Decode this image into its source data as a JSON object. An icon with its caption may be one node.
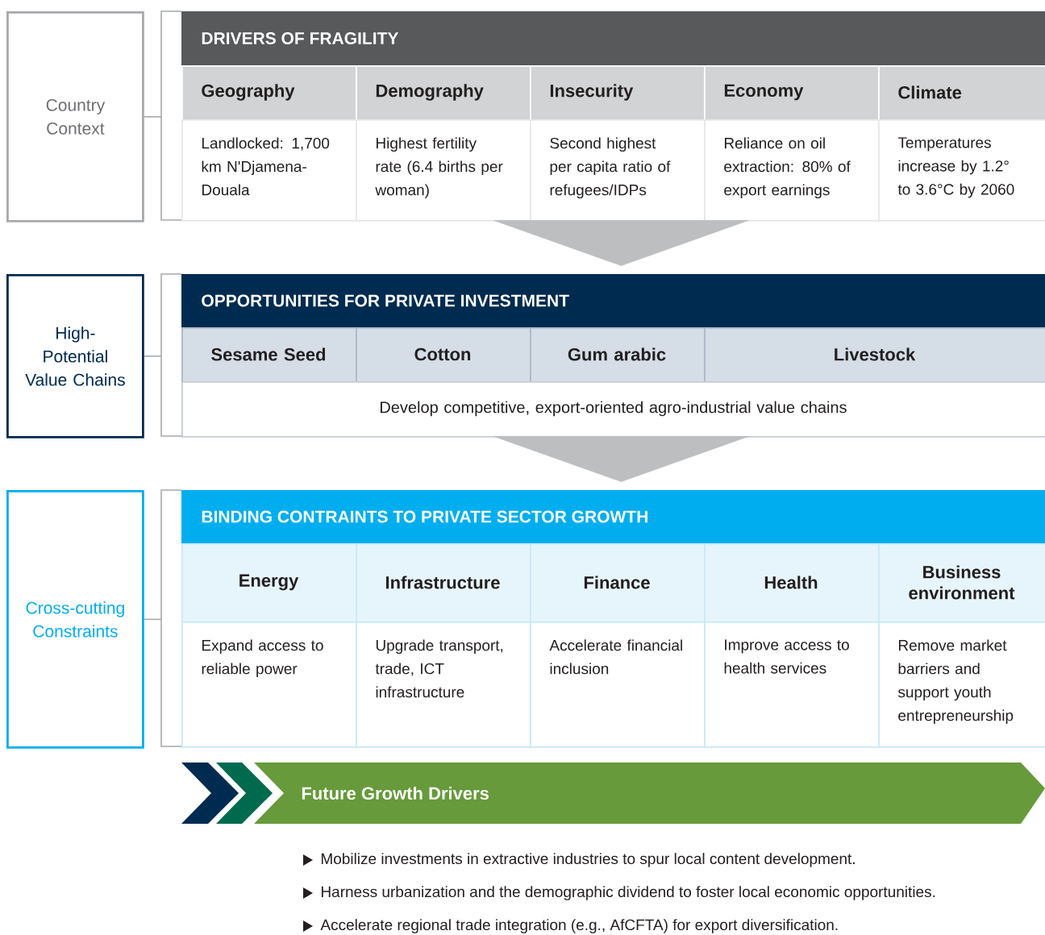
{
  "diagram": {
    "nodes": [
      {
        "text": [
          "Country Context"
        ]
      },
      {
        "text": [
          "DRIVERS OF FRAGILITY"
        ]
      },
      {
        "text": [
          "Geography"
        ],
        "in": 1
      },
      {
        "text": [
          "Demography"
        ],
        "in": 1
      },
      {
        "text": [
          "Insecurity"
        ],
        "in": 1
      },
      {
        "text": [
          "Economy"
        ],
        "in": 1
      },
      {
        "text": [
          "Climate"
        ],
        "in": 1
      },
      {
        "text": [
          "Landlocked: 1,700 km N'Djamena-Douala"
        ],
        "in": 1
      },
      {
        "text": [
          "Highest fertility rate (6.4 births per woman)"
        ],
        "in": 1
      },
      {
        "text": [
          "Second highest per capita ratio of refugees/IDPs"
        ],
        "in": 1
      },
      {
        "text": [
          "Reliance on oil extraction: 80% of export earnings"
        ],
        "in": 1
      },
      {
        "text": [
          "Temperatures increase by 1.2° to 3.6°C by 2060"
        ],
        "in": 1
      },
      {
        "text": [
          "High-Potential Value Chains"
        ]
      },
      {
        "text": [
          "OPPORTUNITIES FOR PRIVATE INVESTMENT"
        ]
      },
      {
        "text": [
          "Sesame Seed"
        ],
        "in": 13
      },
      {
        "text": [
          "Cotton"
        ],
        "in": 13
      },
      {
        "text": [
          "Gum arabic"
        ],
        "in": 13
      },
      {
        "text": [
          "Livestock"
        ],
        "in": 13
      },
      {
        "text": [
          "Develop competitive, export-oriented agro-industrial value chains"
        ],
        "in": 13
      },
      {
        "text": [
          "Cross-cutting Constraints"
        ]
      },
      {
        "text": [
          "BINDING CONTRAINTS TO PRIVATE SECTOR GROWTH"
        ]
      },
      {
        "text": [
          "Energy"
        ],
        "in": 20
      },
      {
        "text": [
          "Infrastructure"
        ],
        "in": 20
      },
      {
        "text": [
          "Finance"
        ],
        "in": 20
      },
      {
        "text": [
          "Health"
        ],
        "in": 20
      },
      {
        "text": [
          "Business environment"
        ],
        "in": 20
      },
      {
        "text": [
          "Expand access to reliable power"
        ],
        "in": 20
      },
      {
        "text": [
          "Upgrade transport, trade, ICT infrastructure"
        ],
        "in": 20
      },
      {
        "text": [
          "Accelerate financial inclusion"
        ],
        "in": 20
      },
      {
        "text": [
          "Improve access to health services"
        ],
        "in": 20
      },
      {
        "text": [
          "Remove market barriers and support youth entrepreneurship"
        ],
        "in": 20
      },
      {
        "text": [
          "Future Growth Drivers"
        ]
      }
    ],
    "edges": [
      {
        "from": 0,
        "to": 1,
        "arrow": "none"
      },
      {
        "from": 1,
        "to": 13,
        "arrow": "to"
      },
      {
        "from": 12,
        "to": 13,
        "arrow": "none"
      },
      {
        "from": 13,
        "to": 20,
        "arrow": "to"
      },
      {
        "from": 19,
        "to": 20,
        "arrow": "none"
      }
    ],
    "labels": [
      "Mobilize investments in extractive industries to spur local content development.",
      "Harness urbanization and the demographic dividend to foster local economic opportunities.",
      "Accelerate regional trade integration (e.g., AfCFTA) for export diversification."
    ]
  }
}
